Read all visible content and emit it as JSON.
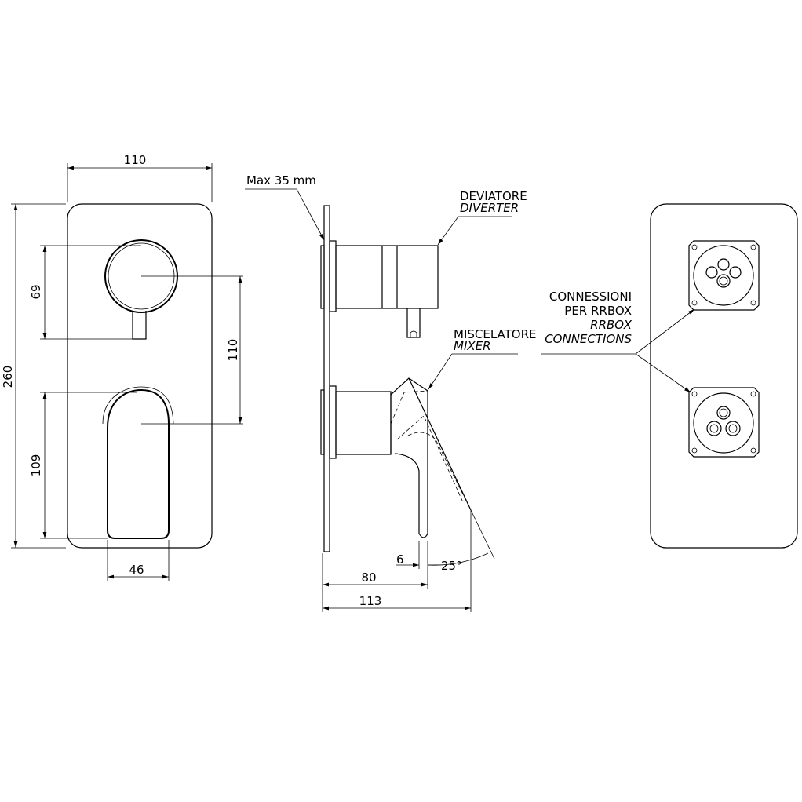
{
  "front_view": {
    "dim_width": "110",
    "dim_height": "260",
    "dim_diverter_height": "69",
    "dim_axis_spacing": "110",
    "dim_mixer_height": "109",
    "dim_lever_width": "46"
  },
  "side_view": {
    "max_thickness": "Max 35 mm",
    "diverter_it": "DEVIATORE",
    "diverter_en": "DIVERTER",
    "mixer_it": "MISCELATORE",
    "mixer_en": "MIXER",
    "dim_offset": "6",
    "dim_angle": "25°",
    "dim_depth": "80",
    "dim_depth_max": "113"
  },
  "rear_view": {
    "connections_it_1": "CONNESSIONI",
    "connections_it_2": "PER RRBOX",
    "connections_en_1": "RRBOX",
    "connections_en_2": "CONNECTIONS"
  }
}
